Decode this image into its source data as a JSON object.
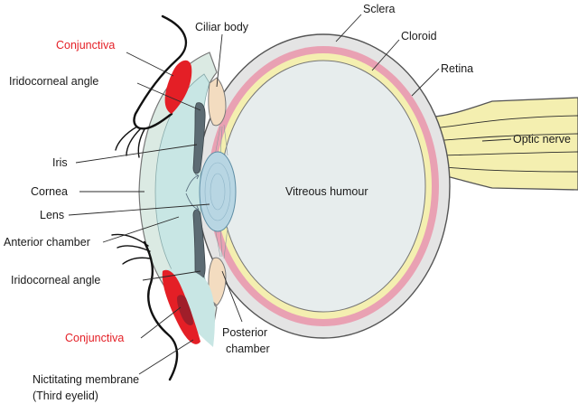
{
  "diagram": {
    "colors": {
      "sclera": "#e4e4e4",
      "choroid": "#e9a1b3",
      "retina": "#f4efb0",
      "vitreous": "#e7eded",
      "cornea": "#dbeae3",
      "anterior_chamber": "#c8e6e4",
      "lens": "#b8d6e3",
      "iris": "#5c6b73",
      "ciliary_body": "#f3dcc0",
      "conjunctiva": "#e41f26",
      "optic_nerve": "#f4efb0",
      "nictitating_gland": "#a01e2a",
      "outline": "#555555"
    },
    "labels": {
      "sclera": "Sclera",
      "choroid": "Cloroid",
      "retina": "Retina",
      "optic_nerve": "Optic nerve",
      "ciliary_body": "Ciliar body",
      "conjunctiva_top": "Conjunctiva",
      "iridocorneal_angle_top": "Iridocorneal angle",
      "iris": "Iris",
      "cornea": "Cornea",
      "lens": "Lens",
      "anterior_chamber": "Anterior chamber",
      "iridocorneal_angle_bottom": "Iridocorneal angle",
      "conjunctiva_bottom": "Conjunctiva",
      "nictitating_line1": "Nictitating membrane",
      "nictitating_line2": "(Third eyelid)",
      "vitreous_humour": "Vitreous humour",
      "posterior_line1": "Posterior",
      "posterior_line2": "chamber"
    }
  }
}
